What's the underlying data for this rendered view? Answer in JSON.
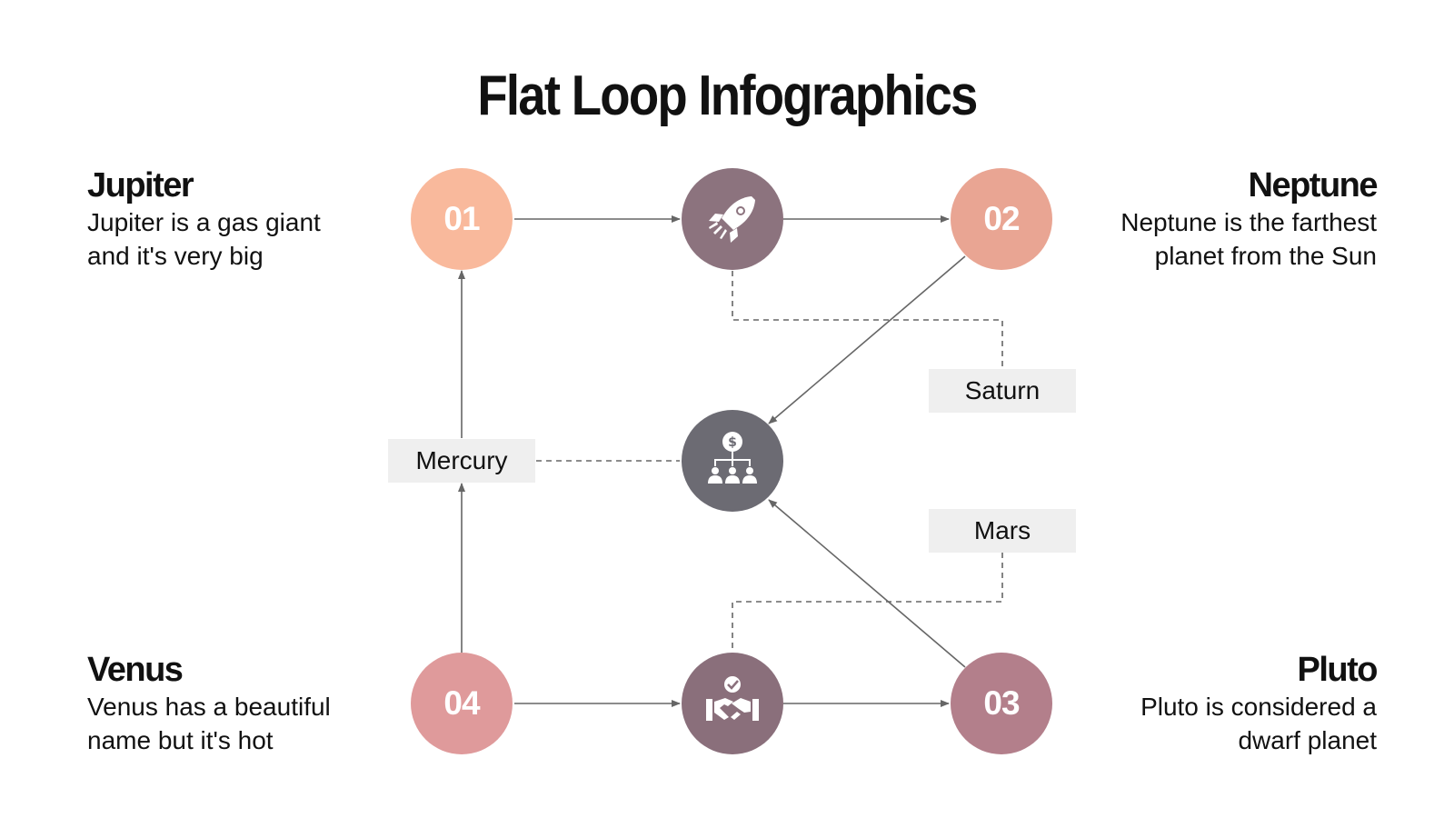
{
  "title": "Flat Loop Infographics",
  "colors": {
    "step_01": "#f9b99c",
    "step_02": "#e9a593",
    "step_03": "#b37f8b",
    "step_04": "#df9a9b",
    "rocket_node": "#8c737e",
    "hub_node": "#6c6b73",
    "handshake_node": "#8a6f7b",
    "connector": "#666666",
    "label_bg": "#efefef"
  },
  "steps": {
    "s01": {
      "number": "01"
    },
    "s02": {
      "number": "02"
    },
    "s03": {
      "number": "03"
    },
    "s04": {
      "number": "04"
    }
  },
  "icons": {
    "top": "rocket-icon",
    "center": "money-hierarchy-icon",
    "bottom": "handshake-icon"
  },
  "labels": {
    "saturn": "Saturn",
    "mercury": "Mercury",
    "mars": "Mars"
  },
  "descriptions": {
    "jupiter": {
      "heading": "Jupiter",
      "text_line1": "Jupiter is a gas giant",
      "text_line2": "and it's very big"
    },
    "neptune": {
      "heading": "Neptune",
      "text_line1": "Neptune is the farthest",
      "text_line2": "planet from the Sun"
    },
    "venus": {
      "heading": "Venus",
      "text_line1": "Venus has a beautiful",
      "text_line2": "name but it's hot"
    },
    "pluto": {
      "heading": "Pluto",
      "text_line1": "Pluto is considered a",
      "text_line2": "dwarf planet"
    }
  }
}
